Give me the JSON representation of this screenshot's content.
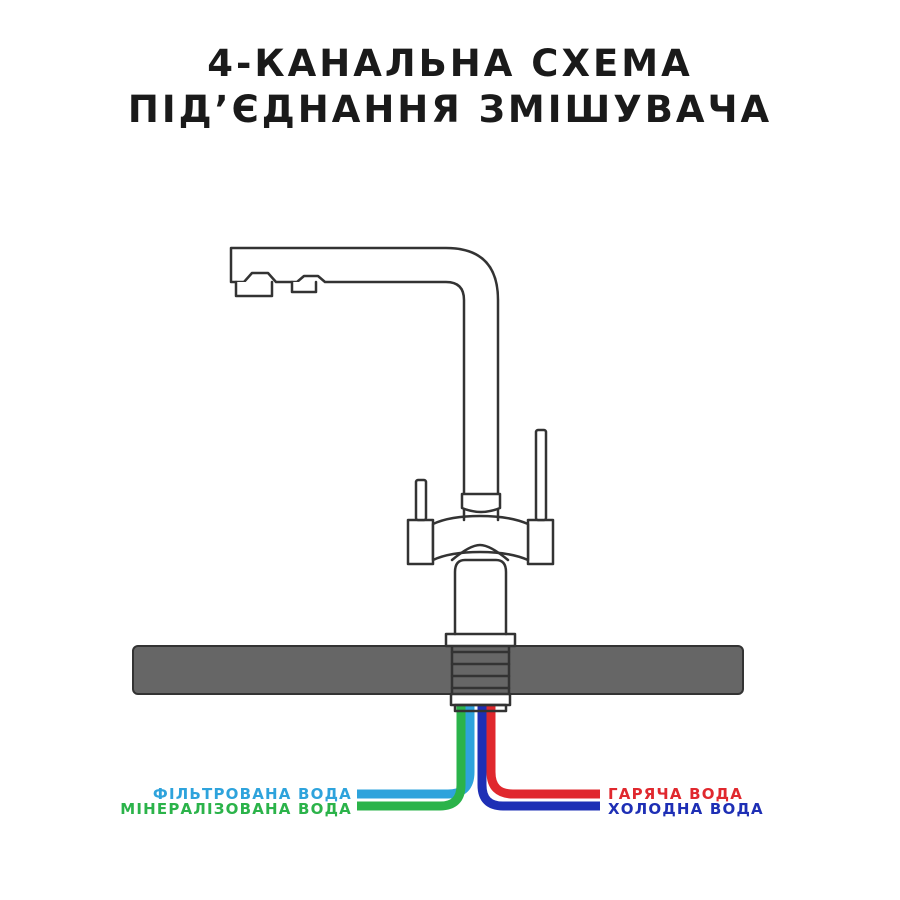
{
  "title": {
    "line1": "4-КАНАЛЬНА СХЕМА",
    "line2": "ПІД’ЄДНАННЯ ЗМІШУВАЧА"
  },
  "labels": {
    "filtered": "ФІЛЬТРОВАНА ВОДА",
    "mineral": "МІНЕРАЛІЗОВАНА ВОДА",
    "hot": "ГАРЯЧА ВОДА",
    "cold": "ХОЛОДНА ВОДА"
  },
  "colors": {
    "filtered": "#2ea3dc",
    "mineral": "#2bb34a",
    "hot": "#e0282e",
    "cold": "#1e2fb5",
    "countertop": "#666666",
    "outline": "#333333"
  },
  "icons": {
    "faucet": "faucet-icon"
  }
}
